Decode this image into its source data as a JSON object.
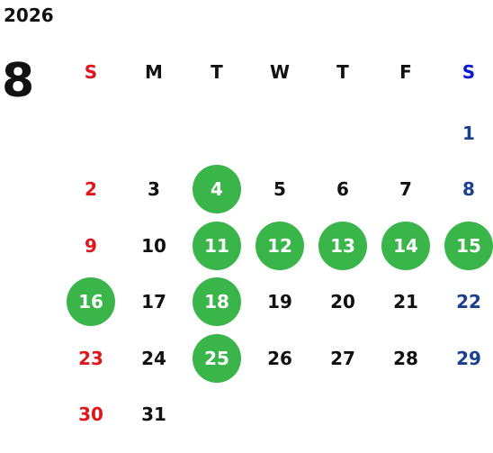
{
  "calendar": {
    "year": "2026",
    "month": "8",
    "weekdays": [
      "S",
      "M",
      "T",
      "W",
      "T",
      "F",
      "S"
    ],
    "weekday_colors": {
      "sunday_header": "#e0161b",
      "saturday_header": "#0a17d6",
      "sunday_dates": "#e0161b",
      "saturday_dates": "#1a3f8f",
      "highlight": "#39b54a"
    },
    "first_weekday_index": 6,
    "days_in_month": 31,
    "days": [
      "1",
      "2",
      "3",
      "4",
      "5",
      "6",
      "7",
      "8",
      "9",
      "10",
      "11",
      "12",
      "13",
      "14",
      "15",
      "16",
      "17",
      "18",
      "19",
      "20",
      "21",
      "22",
      "23",
      "24",
      "25",
      "26",
      "27",
      "28",
      "29",
      "30",
      "31"
    ],
    "highlighted_days": [
      4,
      11,
      12,
      13,
      14,
      15,
      16,
      18,
      25
    ]
  }
}
